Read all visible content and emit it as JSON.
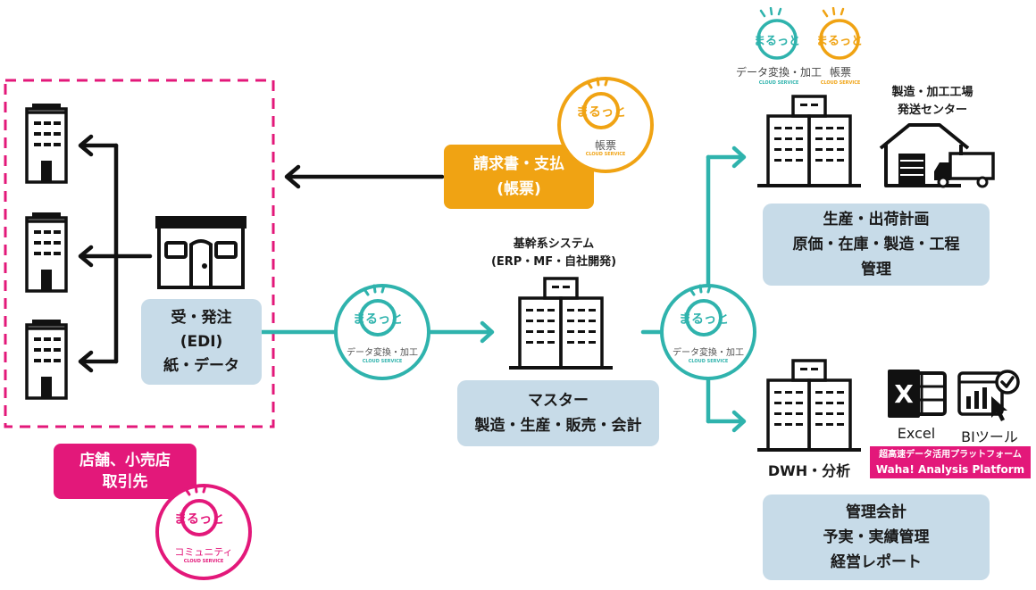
{
  "colors": {
    "teal": "#2fb3ad",
    "orange": "#f0a313",
    "pink": "#e3187a",
    "box_blue": "#c7dbe8",
    "ink": "#111111"
  },
  "brand": {
    "logo_text": "まるっと",
    "sub": "CLOUD SERVICE"
  },
  "labels": {
    "conversion": "データ変換・加工",
    "forms": "帳票",
    "community": "コミュニティ"
  },
  "edi_box": {
    "lines": [
      "受・発注",
      "(EDI)",
      "紙・データ"
    ]
  },
  "invoice_box": {
    "lines": [
      "請求書・支払",
      "(帳票)"
    ]
  },
  "store_box": {
    "lines": [
      "店舗、小売店",
      "取引先"
    ]
  },
  "core_system": {
    "caption": [
      "基幹系システム",
      "(ERP・MF・自社開発)"
    ],
    "lines": [
      "マスター",
      "製造・生産・販売・会計"
    ]
  },
  "factory": {
    "caption": [
      "製造・加工工場",
      "発送センター"
    ]
  },
  "production_box": {
    "lines": [
      "生産・出荷計画",
      "原価・在庫・製造・工程",
      "管理"
    ]
  },
  "dwh": {
    "caption": "DWH・分析"
  },
  "tools": {
    "excel": "Excel",
    "bi": "BIツール"
  },
  "waha": {
    "lines": [
      "超高速データ活用プラットフォーム",
      "Waha! Analysis Platform"
    ]
  },
  "mgmt_box": {
    "lines": [
      "管理会計",
      "予実・実績管理",
      "経営レポート"
    ]
  }
}
